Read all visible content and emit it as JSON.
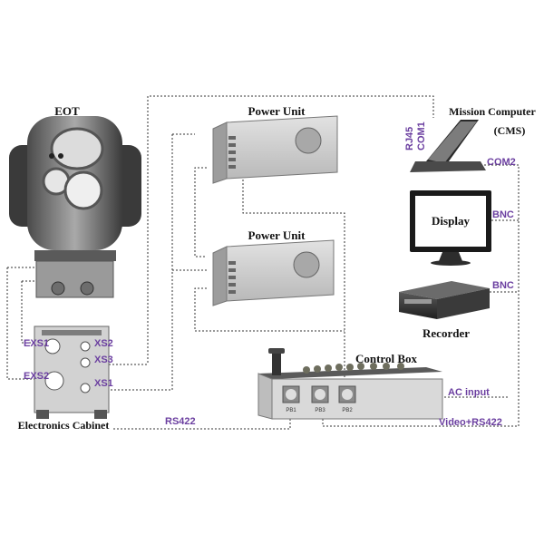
{
  "labels": {
    "eot": "EOT",
    "power_unit_top": "Power Unit",
    "power_unit_bottom": "Power Unit",
    "mission_computer": "Mission Computer",
    "cms": "(CMS)",
    "display": "Display",
    "recorder": "Recorder",
    "control_box": "Control Box",
    "electronics_cabinet": "Electronics Cabinet"
  },
  "ports": {
    "rj45": "RJ45",
    "com1": "COM1",
    "com2": "COM2",
    "bnc_display": "BNC",
    "bnc_recorder": "BNC",
    "exs1": "EXS1",
    "exs2": "EXS2",
    "xs2": "XS2",
    "xs3": "XS3",
    "xs1": "XS1",
    "ac_input": "AC input",
    "rs422": "RS422",
    "video_rs422": "Video+RS422"
  },
  "panel_markings": {
    "pb1": "PB1",
    "pb3": "PB3",
    "pb2": "PB2"
  },
  "colors": {
    "port_label": "#6b3fa0",
    "device_gray": "#c8c8c8",
    "display_bezel": "#1a1a1a"
  }
}
